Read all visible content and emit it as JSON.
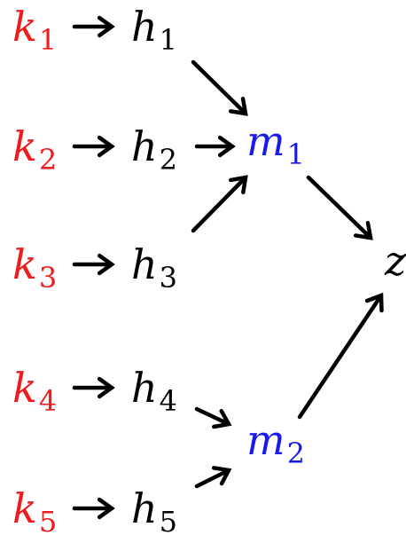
{
  "colors": {
    "input": "#ee1c1c",
    "hidden": "#000000",
    "merge": "#1a1aee",
    "output": "#000000",
    "edge": "#000000"
  },
  "nodes": {
    "k1": {
      "base": "k",
      "sub": "1",
      "role": "input"
    },
    "k2": {
      "base": "k",
      "sub": "2",
      "role": "input"
    },
    "k3": {
      "base": "k",
      "sub": "3",
      "role": "input"
    },
    "k4": {
      "base": "k",
      "sub": "4",
      "role": "input"
    },
    "k5": {
      "base": "k",
      "sub": "5",
      "role": "input"
    },
    "h1": {
      "base": "h",
      "sub": "1",
      "role": "hidden"
    },
    "h2": {
      "base": "h",
      "sub": "2",
      "role": "hidden"
    },
    "h3": {
      "base": "h",
      "sub": "3",
      "role": "hidden"
    },
    "h4": {
      "base": "h",
      "sub": "4",
      "role": "hidden"
    },
    "h5": {
      "base": "h",
      "sub": "5",
      "role": "hidden"
    },
    "m1": {
      "base": "m",
      "sub": "1",
      "role": "merge"
    },
    "m2": {
      "base": "m",
      "sub": "2",
      "role": "merge"
    },
    "z": {
      "base": "z",
      "sub": "",
      "role": "output"
    }
  },
  "edges": [
    [
      "k1",
      "h1"
    ],
    [
      "k2",
      "h2"
    ],
    [
      "k3",
      "h3"
    ],
    [
      "k4",
      "h4"
    ],
    [
      "k5",
      "h5"
    ],
    [
      "h1",
      "m1"
    ],
    [
      "h2",
      "m1"
    ],
    [
      "h3",
      "m1"
    ],
    [
      "h4",
      "m2"
    ],
    [
      "h5",
      "m2"
    ],
    [
      "m1",
      "z"
    ],
    [
      "m2",
      "z"
    ]
  ]
}
